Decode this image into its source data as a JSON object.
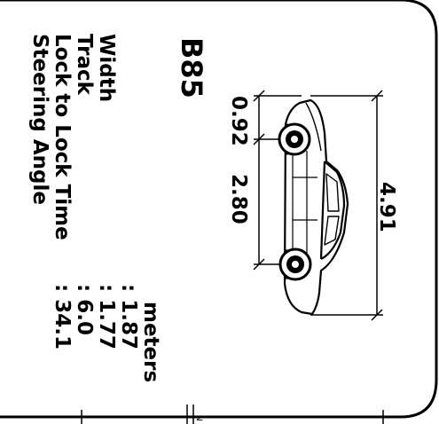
{
  "sheet": {
    "model": "B85",
    "units": "meters",
    "specs": [
      {
        "label": "Width",
        "sep": ":",
        "value": "1.87"
      },
      {
        "label": "Track",
        "sep": ":",
        "value": "1.77"
      },
      {
        "label": "Lock to Lock Time",
        "sep": ":",
        "value": "6.0"
      },
      {
        "label": "Steering Angle",
        "sep": ":",
        "value": "34.1"
      }
    ]
  },
  "drawing": {
    "overall_length": "4.91",
    "wheelbase": "2.80",
    "front_overhang": "0.92"
  },
  "footer_mark": "N"
}
